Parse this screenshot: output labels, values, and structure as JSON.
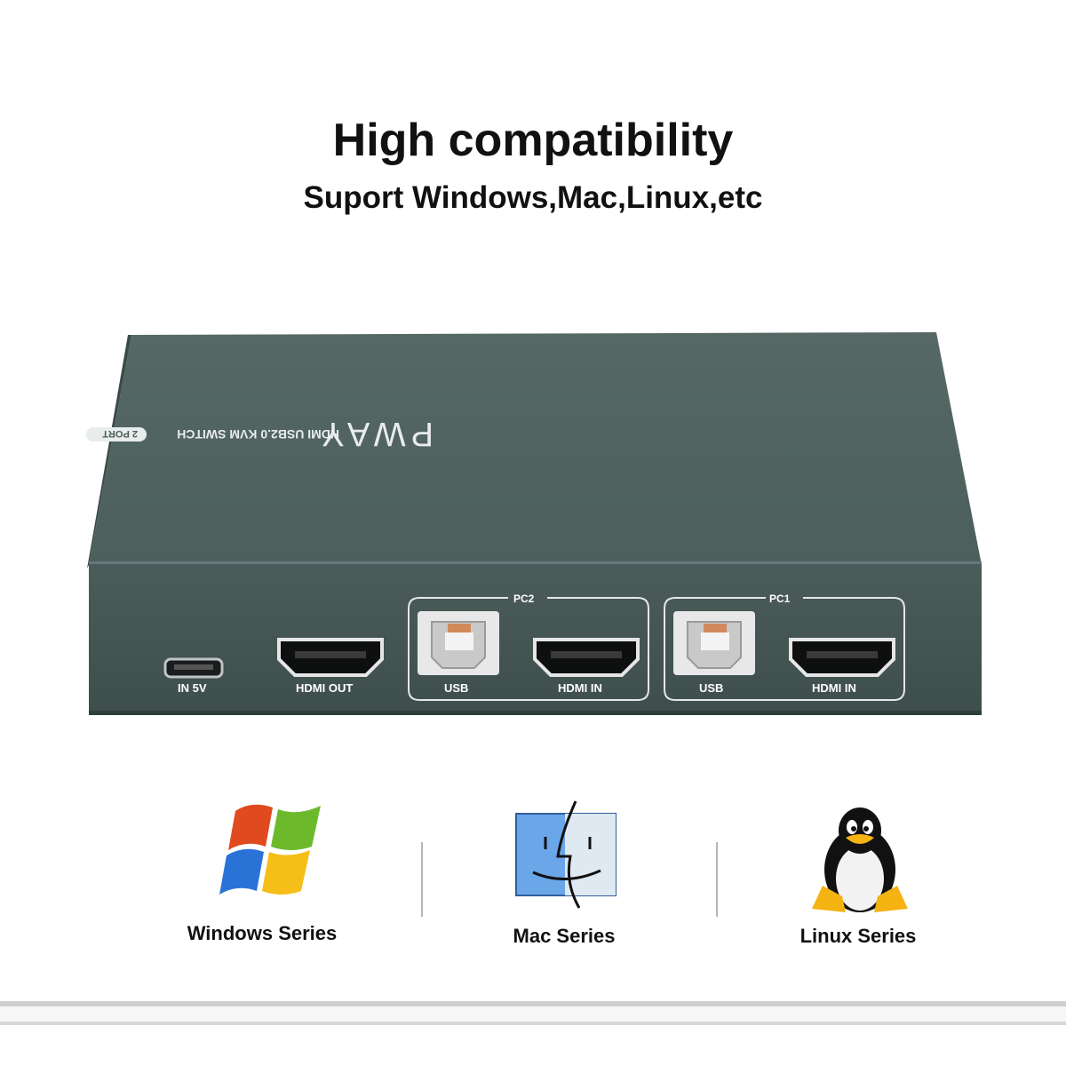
{
  "header": {
    "title": "High compatibility",
    "subtitle": "Suport Windows,Mac,Linux,etc"
  },
  "device": {
    "brand": "PWAY",
    "model": "HDMI USB2.0 KVM SWITCH",
    "badge": "2 PORT",
    "ports": {
      "power": "IN 5V",
      "hdmi_out": "HDMI OUT",
      "pc2_group": "PC2",
      "pc2_usb": "USB",
      "pc2_hdmi": "HDMI IN",
      "pc1_group": "PC1",
      "pc1_usb": "USB",
      "pc1_hdmi": "HDMI IN"
    },
    "body_color": "#4a5d5b"
  },
  "os_list": [
    {
      "label": "Windows Series",
      "icon": "windows-logo-icon"
    },
    {
      "label": "Mac Series",
      "icon": "mac-finder-icon"
    },
    {
      "label": "Linux Series",
      "icon": "linux-tux-icon"
    }
  ]
}
